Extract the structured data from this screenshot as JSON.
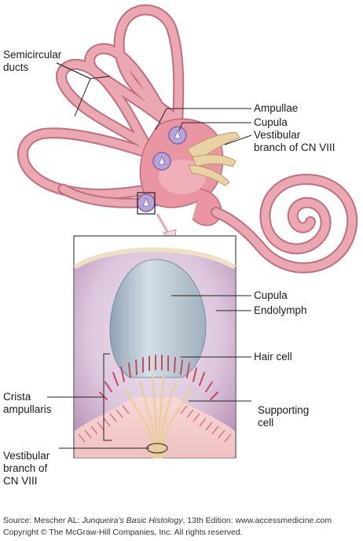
{
  "labels": {
    "semicircular_ducts": [
      "Semicircular",
      "ducts"
    ],
    "ampullae": "Ampullae",
    "cupula_top": "Cupula",
    "vestibular_branch_top": [
      "Vestibular",
      "branch of CN VIII"
    ],
    "cupula_detail": "Cupula",
    "endolymph": "Endolymph",
    "hair_cell": "Hair cell",
    "crista_ampullaris": [
      "Crista",
      "ampullaris"
    ],
    "supporting_cell": [
      "Supporting",
      "cell"
    ],
    "vestibular_branch_bottom": [
      "Vestibular",
      "branch of",
      "CN VIII"
    ]
  },
  "source": {
    "line1_prefix": "Source: Mescher AL: ",
    "line1_title": "Junqueira's Basic Histology",
    "line1_suffix": ", 13th Edition: www.accessmedicine.com",
    "line2": "Copyright © The McGraw-Hill Companies, Inc. All rights reserved."
  },
  "colors": {
    "duct_pink": "#e89aa6",
    "duct_light": "#f4c3cb",
    "endolymph_lavender": "#d9c2dd",
    "cupula_blue": "#b9c9d3",
    "nerve_tan": "#e7cf9d",
    "hair_cell_red": "#c8485d"
  }
}
